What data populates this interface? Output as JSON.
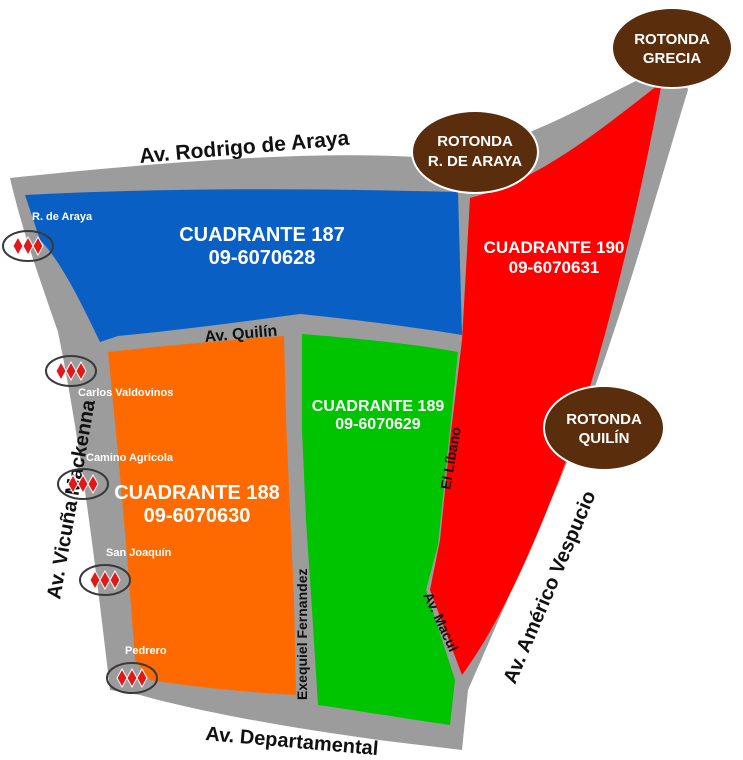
{
  "colors": {
    "road": "#9c9c9c",
    "sector_187": "#0a5fc4",
    "sector_188": "#ff6a00",
    "sector_189": "#00c400",
    "sector_190": "#ff0000",
    "roundabout": "#5a2e0c",
    "station_ring": "#3a3a3a",
    "diamond": "#e01818"
  },
  "roads": {
    "rodrigo_de_araya": "Av. Rodrigo de Araya",
    "quilin": "Av. Quilín",
    "vicuna_mackenna": "Av. Vicuña Mackenna",
    "departamental": "Av. Departamental",
    "americo_vespucio": "Av. Américo Vespucio",
    "el_libano": "El Líbano",
    "macul": "Av. Macul",
    "exequiel_fernandez": "Exequiel Fernandez"
  },
  "quadrants": [
    {
      "name": "CUADRANTE 187",
      "phone": "09-6070628"
    },
    {
      "name": "CUADRANTE 188",
      "phone": "09-6070630"
    },
    {
      "name": "CUADRANTE 189",
      "phone": "09-6070629"
    },
    {
      "name": "CUADRANTE 190",
      "phone": "09-6070631"
    }
  ],
  "roundabouts": [
    {
      "line1": "ROTONDA",
      "line2": "GRECIA"
    },
    {
      "line1": "ROTONDA",
      "line2": "R. DE ARAYA"
    },
    {
      "line1": "ROTONDA",
      "line2": "QUILÍN"
    }
  ],
  "stations": [
    {
      "name": "R. de Araya",
      "icon": "metro-diamonds-icon"
    },
    {
      "name": "Carlos Valdovinos",
      "icon": "metro-diamonds-icon"
    },
    {
      "name": "Camino Agrícola",
      "icon": "metro-diamonds-icon"
    },
    {
      "name": "San Joaquín",
      "icon": "metro-diamonds-icon"
    },
    {
      "name": "Pedrero",
      "icon": "metro-diamonds-icon"
    }
  ]
}
